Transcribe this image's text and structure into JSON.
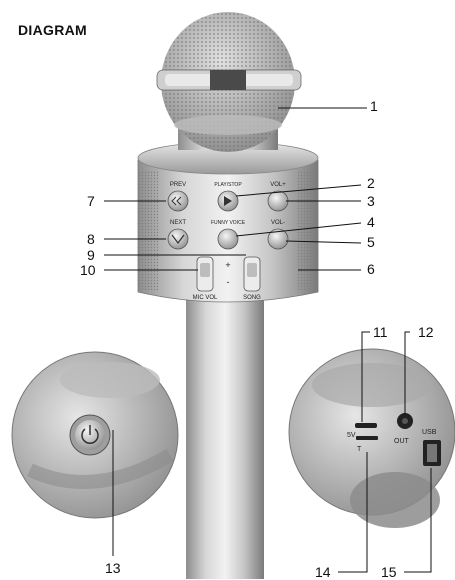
{
  "title": "DIAGRAM",
  "callouts": {
    "c1": "1",
    "c2": "2",
    "c3": "3",
    "c4": "4",
    "c5": "5",
    "c6": "6",
    "c7": "7",
    "c8": "8",
    "c9": "9",
    "c10": "10",
    "c11": "11",
    "c12": "12",
    "c13": "13",
    "c14": "14",
    "c15": "15"
  },
  "panel_labels": {
    "prev": "PREV",
    "play": "PLAY/STOP",
    "vol_plus": "VOL+",
    "next": "NEXT",
    "funny": "FUNNY VOICE",
    "vol_minus": "VOL-",
    "plus": "+",
    "minus": "-",
    "mic_vol": "MIC VOL",
    "song": "SONG"
  },
  "port_labels": {
    "five_v": "5V",
    "tf": "T",
    "out": "OUT",
    "usb": "USB"
  }
}
